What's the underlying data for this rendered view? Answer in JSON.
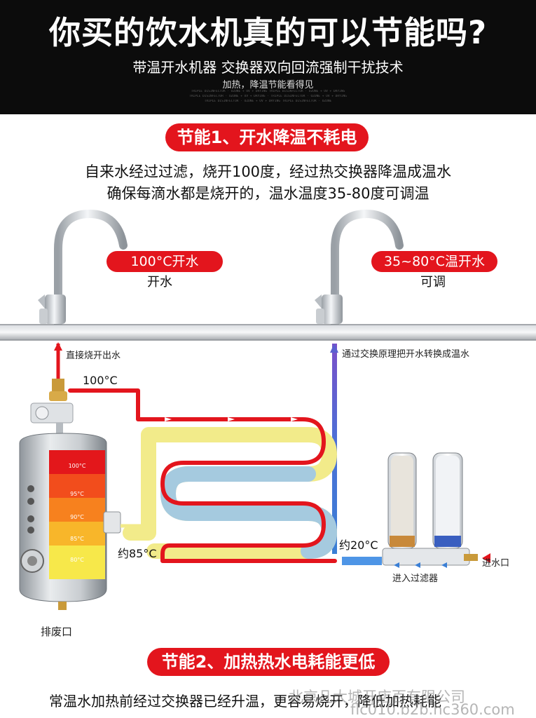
{
  "header": {
    "title": "你买的饮水机真的可以节能吗?",
    "subtitle": "带温开水机器 交换器双向回流强制干扰技术",
    "tagline": "加热，降温节能看得见",
    "fine_print_1": "TRIPLE DISINFECTOR · OZONE + UV + DRYING TRIPLE DISINFECTOR · OZONE + UV + DRYING",
    "fine_print_2": "TRIPLE DISINFECTOR · OZONE + UV + DRYING · TRIPLE DISINFECTOR · OZONE + UV + DRYING",
    "fine_print_3": "TRIPLE DISINFECTOR · OZONE + UV + DRYING TRIPLE DISINFECTOR · OZONE"
  },
  "section1": {
    "badge": "节能1、开水降温不耗电",
    "line1": "自来水经过过滤，烧开100度，经过热交换器降温成温水",
    "line2": "确保每滴水都是烧开的，温水温度35-80度可调温"
  },
  "taps": {
    "left_badge": "100°C开水",
    "left_label": "开水",
    "right_badge": "35~80°C温开水",
    "right_label": "可调"
  },
  "diagram": {
    "note_direct": "直接烧开出水",
    "note_exchange": "通过交换原理把开水转换成温水",
    "temp_100": "100°C",
    "temp_85": "约85°C",
    "temp_20": "约20°C",
    "inlet": "进水口",
    "to_filter": "进入过滤器",
    "drain": "排废口",
    "tank_levels": [
      "100°C",
      "95°C",
      "90°C",
      "85°C",
      "80°C"
    ]
  },
  "section2": {
    "badge": "节能2、加热热水电耗能更低",
    "footer": "常温水加热前经过交换器已经升温，更容易烧开，降低加热耗能"
  },
  "watermark": {
    "line1": "北京凡大城开店百有限公司",
    "line2": "flc010.b2b.hc360.com"
  },
  "colors": {
    "hot": "#e3151d",
    "cool": "#3a7fd5",
    "warm_outline": "#f2eb8a",
    "pipe": "#b8bcc2"
  }
}
